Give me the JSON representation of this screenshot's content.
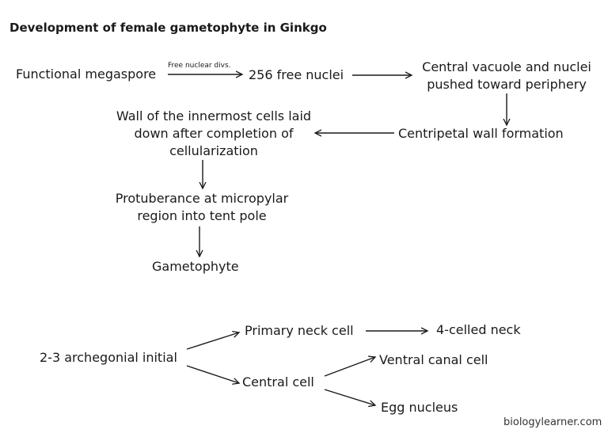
{
  "title": "Development of female gametophyte in Ginkgo",
  "nodes": {
    "functional_megaspore": "Functional megaspore",
    "free_nuclei": "256 free nuclei",
    "central_vacuole": [
      "Central vacuole and nuclei",
      "pushed toward periphery"
    ],
    "centripetal_wall": "Centripetal wall formation",
    "wall_innermost": [
      "Wall of the innermost cells laid",
      "down after completion of",
      "cellularization"
    ],
    "protuberance": [
      "Protuberance at micropylar",
      "region into tent pole"
    ],
    "gametophyte": "Gametophyte",
    "archegonial_initial": "2-3 archegonial initial",
    "primary_neck_cell": "Primary neck cell",
    "four_celled_neck": "4-celled neck",
    "central_cell": "Central cell",
    "ventral_canal_cell": "Ventral canal cell",
    "egg_nucleus": "Egg nucleus"
  },
  "edge_labels": {
    "free_nuclear_divs": "Free nuclear divs."
  },
  "watermark": "biologylearner.com"
}
